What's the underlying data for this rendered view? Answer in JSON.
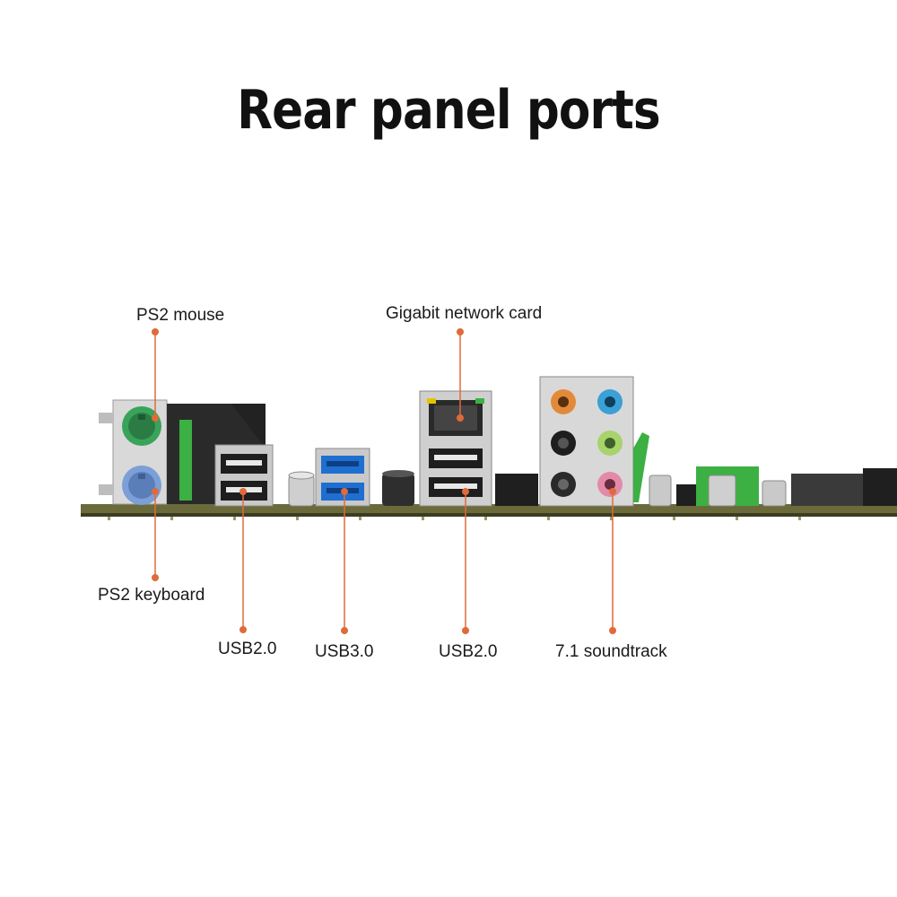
{
  "title": "Rear panel ports",
  "accent_color": "#e06a3a",
  "labels": {
    "ps2_mouse": "PS2 mouse",
    "ps2_keyboard": "PS2 keyboard",
    "usb2_left": "USB2.0",
    "usb3": "USB3.0",
    "gigabit": "Gigabit network card",
    "usb2_right": "USB2.0",
    "soundtrack": "7.1 soundtrack"
  },
  "colors": {
    "ps2_mouse": "#3aa35a",
    "ps2_keyboard": "#7b9fd6",
    "usb3": "#1f6fd1",
    "board": "#6b6a3a",
    "board_edge": "#3d3c22",
    "green_parts": "#3cb043",
    "audio_orange": "#e38a3a",
    "audio_blue": "#3aa0d6",
    "audio_green": "#a7d36b",
    "audio_pink": "#e38aa8"
  }
}
